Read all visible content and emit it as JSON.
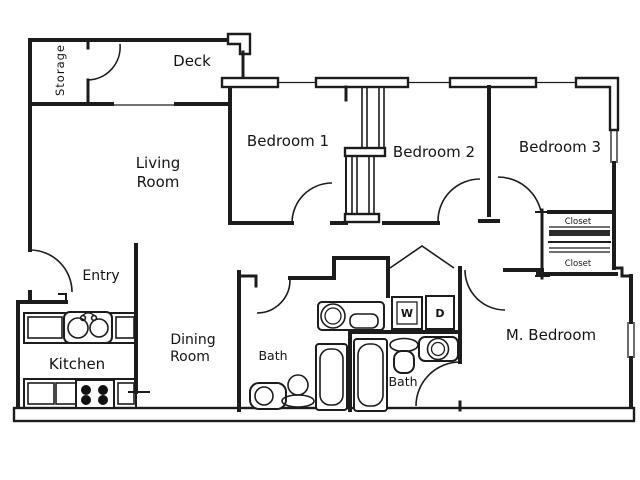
{
  "plan": {
    "colors": {
      "ink": "#1c1c1c",
      "paper": "#ffffff"
    },
    "rooms": {
      "storage": {
        "label": "Storage"
      },
      "deck": {
        "label": "Deck"
      },
      "living_room": {
        "line1": "Living",
        "line2": "Room"
      },
      "bedroom_1": {
        "label": "Bedroom 1"
      },
      "bedroom_2": {
        "label": "Bedroom 2"
      },
      "bedroom_3": {
        "label": "Bedroom 3"
      },
      "entry": {
        "label": "Entry"
      },
      "kitchen": {
        "label": "Kitchen"
      },
      "dining_room": {
        "line1": "Dining",
        "line2": "Room"
      },
      "hall_bath": {
        "label": "Bath"
      },
      "master_bath": {
        "label": "Bath"
      },
      "master_bedroom": {
        "label": "M. Bedroom"
      },
      "closet_upper": {
        "label": "Closet"
      },
      "closet_lower": {
        "label": "Closet"
      }
    },
    "appliances": {
      "washer": "W",
      "dryer": "D"
    }
  }
}
